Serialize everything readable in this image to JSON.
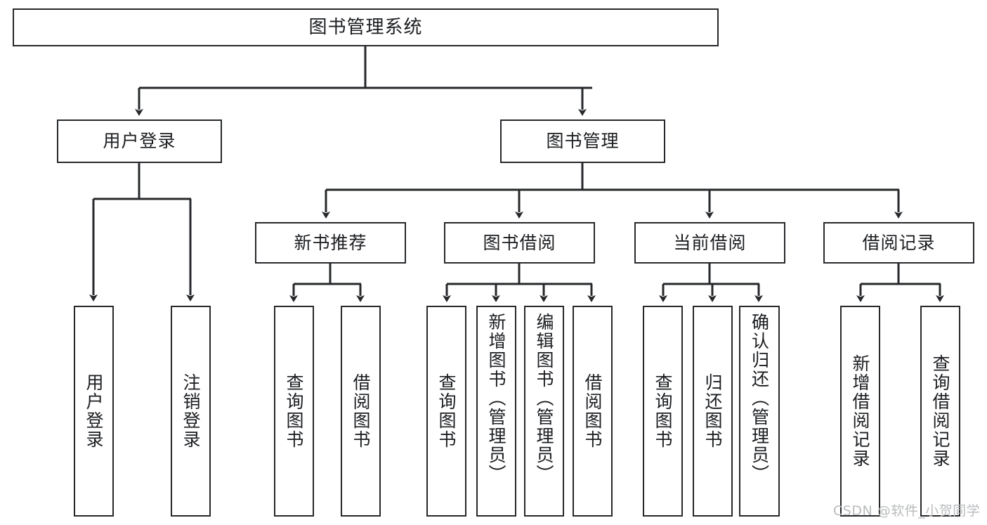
{
  "diagram": {
    "type": "tree-hierarchy-diagram",
    "title": "图书管理系统",
    "style": {
      "box_border_color": "#26282b",
      "box_fill_color": "#ffffff",
      "edge_color": "#26282b",
      "background": "#ffffff",
      "text_color": "#1b1d20",
      "watermark_color": "#b9bbbd"
    },
    "watermark": "CSDN @软件_小贺同学",
    "nodes": {
      "root": {
        "label": "图书管理系统",
        "level": 0
      },
      "level1": [
        {
          "id": "user-login",
          "label": "用户登录"
        },
        {
          "id": "book-manage",
          "label": "图书管理"
        }
      ],
      "level2": [
        {
          "id": "new-book-recommend",
          "label": "新书推荐",
          "parent": "book-manage"
        },
        {
          "id": "book-borrow",
          "label": "图书借阅",
          "parent": "book-manage"
        },
        {
          "id": "current-borrow",
          "label": "当前借阅",
          "parent": "book-manage"
        },
        {
          "id": "borrow-record",
          "label": "借阅记录",
          "parent": "book-manage"
        }
      ],
      "leaves": [
        {
          "id": "leaf-user-login",
          "label": "用户登录",
          "parent": "user-login",
          "align": "middle"
        },
        {
          "id": "leaf-logout-login",
          "label": "注销登录",
          "parent": "user-login",
          "align": "middle"
        },
        {
          "id": "leaf-query-book-1",
          "label": "查询图书",
          "parent": "new-book-recommend",
          "align": "middle"
        },
        {
          "id": "leaf-borrow-book-1",
          "label": "借阅图书",
          "parent": "new-book-recommend",
          "align": "middle"
        },
        {
          "id": "leaf-query-book-2",
          "label": "查询图书",
          "parent": "book-borrow",
          "align": "middle"
        },
        {
          "id": "leaf-add-book-admin",
          "label": "新增图书（管理员）",
          "parent": "book-borrow",
          "align": "top"
        },
        {
          "id": "leaf-edit-book-admin",
          "label": "编辑图书（管理员）",
          "parent": "book-borrow",
          "align": "top"
        },
        {
          "id": "leaf-borrow-book-2",
          "label": "借阅图书",
          "parent": "book-borrow",
          "align": "middle"
        },
        {
          "id": "leaf-query-book-3",
          "label": "查询图书",
          "parent": "current-borrow",
          "align": "middle"
        },
        {
          "id": "leaf-return-book",
          "label": "归还图书",
          "parent": "current-borrow",
          "align": "middle"
        },
        {
          "id": "leaf-confirm-return-admin",
          "label": "确认归还（管理员）",
          "parent": "current-borrow",
          "align": "top"
        },
        {
          "id": "leaf-add-borrow-record",
          "label": "新增借阅记录",
          "parent": "borrow-record",
          "align": "middle"
        },
        {
          "id": "leaf-query-borrow-record",
          "label": "查询借阅记录",
          "parent": "borrow-record",
          "align": "middle"
        }
      ]
    }
  }
}
